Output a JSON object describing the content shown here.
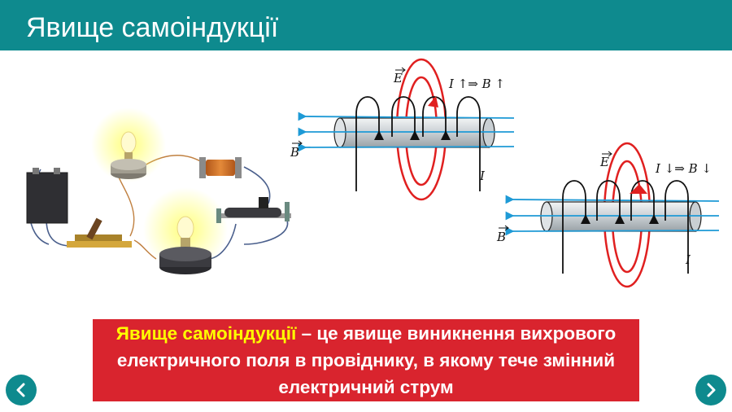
{
  "header": {
    "title": "Явище самоіндукції"
  },
  "definition": {
    "term": "Явище самоіндукції",
    "text": " – це явище виникнення вихрового електричного поля в провіднику, в якому тече змінний електричний струм"
  },
  "diagram_top": {
    "e_label": "E",
    "b_label": "B",
    "i_label": "I",
    "relation": "I ↑⇒ B ↑"
  },
  "diagram_bottom": {
    "e_label": "E",
    "b_label": "B",
    "i_label": "I",
    "relation": "I ↓⇒ B ↓"
  },
  "colors": {
    "header": "#0e8a8e",
    "definition_bg": "#d9242e",
    "term": "#ffff00",
    "field_lines": "#1e9ad6",
    "e_field": "#e02020"
  },
  "nav": {
    "prev_icon": "chevron-left-icon",
    "next_icon": "chevron-right-icon"
  }
}
